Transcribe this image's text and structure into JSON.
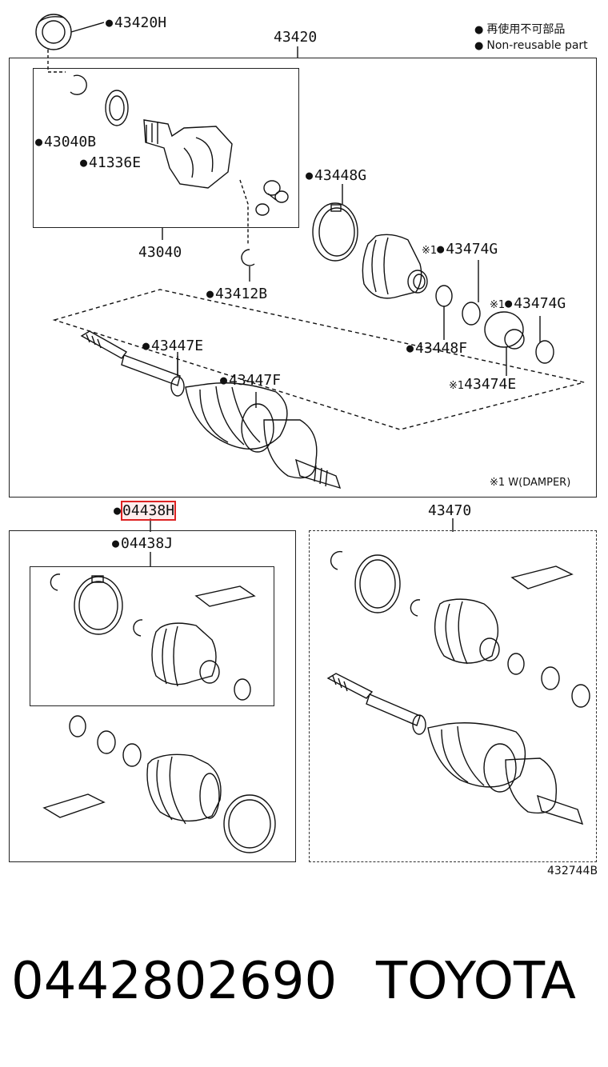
{
  "legend": {
    "jp": "再使用不可部品",
    "en": "Non-reusable part"
  },
  "labels": {
    "p43420H": "43420H",
    "p43420": "43420",
    "p43040B": "43040B",
    "p41336E": "41336E",
    "p43448G": "43448G",
    "p43040": "43040",
    "p43412B": "43412B",
    "p43474G_a": "43474G",
    "p43474G_b": "43474G",
    "p43447E": "43447E",
    "p43447F": "43447F",
    "p43448F": "43448F",
    "p43474E": "43474E",
    "note_mark": "※1",
    "damper_note": "※1 W(DAMPER)",
    "p04438H": "04438H",
    "p04438J": "04438J",
    "p43470": "43470",
    "diagram_code": "432744B"
  },
  "footer": {
    "part_number": "0442802690",
    "brand": "TOYOTA"
  },
  "icons": [
    "bullet-dot-icon",
    "boot-icon",
    "clamp-icon",
    "snap-ring-icon",
    "shaft-icon",
    "grease-pack-icon",
    "joint-icon"
  ]
}
